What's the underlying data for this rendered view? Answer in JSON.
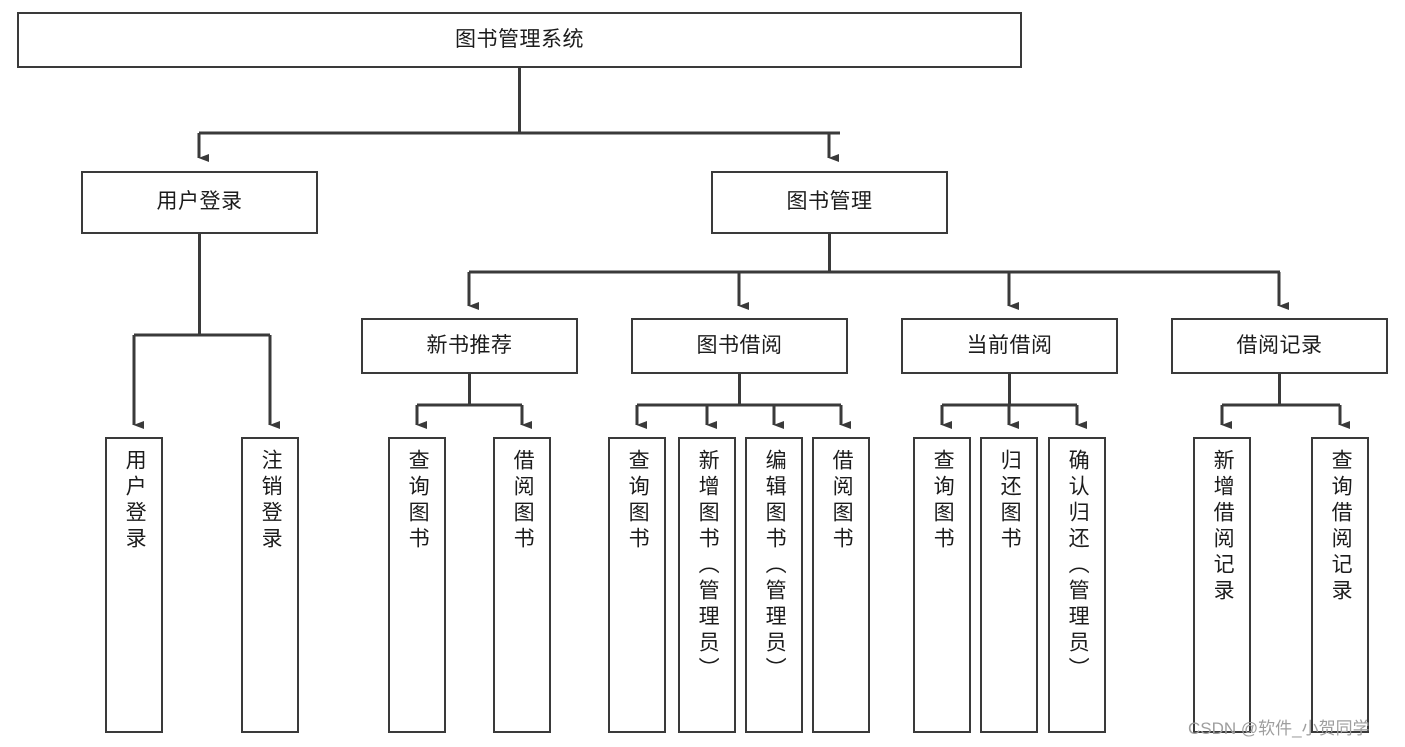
{
  "diagram": {
    "title": "图书管理系统",
    "type": "tree",
    "orientation": "top-down",
    "colors": {
      "box_border": "#3a3a3a",
      "box_fill": "#ffffff",
      "edge": "#3a3a3a",
      "text": "#1c1c1c",
      "watermark": "#9e9e9e",
      "background": "#ffffff"
    },
    "root": {
      "label": "图书管理系统"
    },
    "level2": [
      {
        "label": "用户登录"
      },
      {
        "label": "图书管理"
      }
    ],
    "level3": [
      {
        "label": "新书推荐"
      },
      {
        "label": "图书借阅"
      },
      {
        "label": "当前借阅"
      },
      {
        "label": "借阅记录"
      }
    ],
    "leaves": {
      "user_login": [
        {
          "label": "用户登录"
        },
        {
          "label": "注销登录"
        }
      ],
      "new_book_recommend": [
        {
          "label": "查询图书"
        },
        {
          "label": "借阅图书"
        }
      ],
      "book_borrow": [
        {
          "label": "查询图书"
        },
        {
          "label": "新增图书（管理员）"
        },
        {
          "label": "编辑图书（管理员）"
        },
        {
          "label": "借阅图书"
        }
      ],
      "current_borrow": [
        {
          "label": "查询图书"
        },
        {
          "label": "归还图书"
        },
        {
          "label": "确认归还（管理员）"
        }
      ],
      "borrow_record": [
        {
          "label": "新增借阅记录"
        },
        {
          "label": "查询借阅记录"
        }
      ]
    },
    "watermark": "CSDN @软件_小贺同学"
  }
}
